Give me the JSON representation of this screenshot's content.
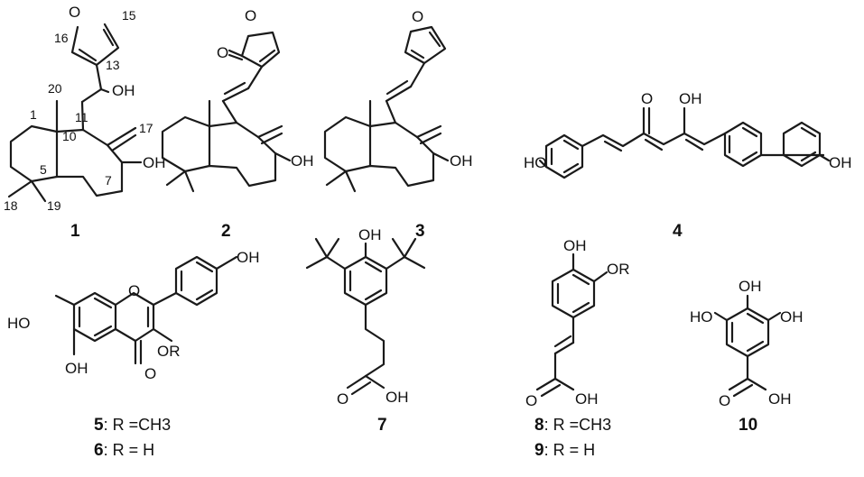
{
  "compounds": [
    {
      "id": "1"
    },
    {
      "id": "2"
    },
    {
      "id": "3"
    },
    {
      "id": "4"
    },
    {
      "id": "5",
      "substituent": "R =CH3"
    },
    {
      "id": "6",
      "substituent": "R = H"
    },
    {
      "id": "7"
    },
    {
      "id": "8",
      "substituent": "R =CH3"
    },
    {
      "id": "9",
      "substituent": "R = H"
    },
    {
      "id": "10"
    }
  ],
  "atom_labels": {
    "o": "O",
    "oh": "OH",
    "ho": "HO",
    "or": "OR"
  },
  "numbering_1": [
    "15",
    "16",
    "13",
    "20",
    "11",
    "17",
    "1",
    "10",
    "5",
    "7",
    "18",
    "19"
  ]
}
